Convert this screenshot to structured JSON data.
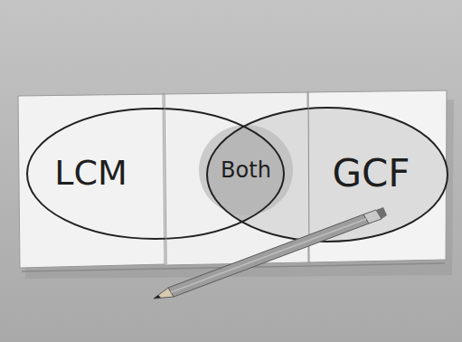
{
  "diagram": {
    "nodes": [
      {
        "text": [
          "LCM"
        ]
      },
      {
        "text": [
          "Both"
        ]
      },
      {
        "text": [
          "GCF"
        ]
      }
    ]
  }
}
